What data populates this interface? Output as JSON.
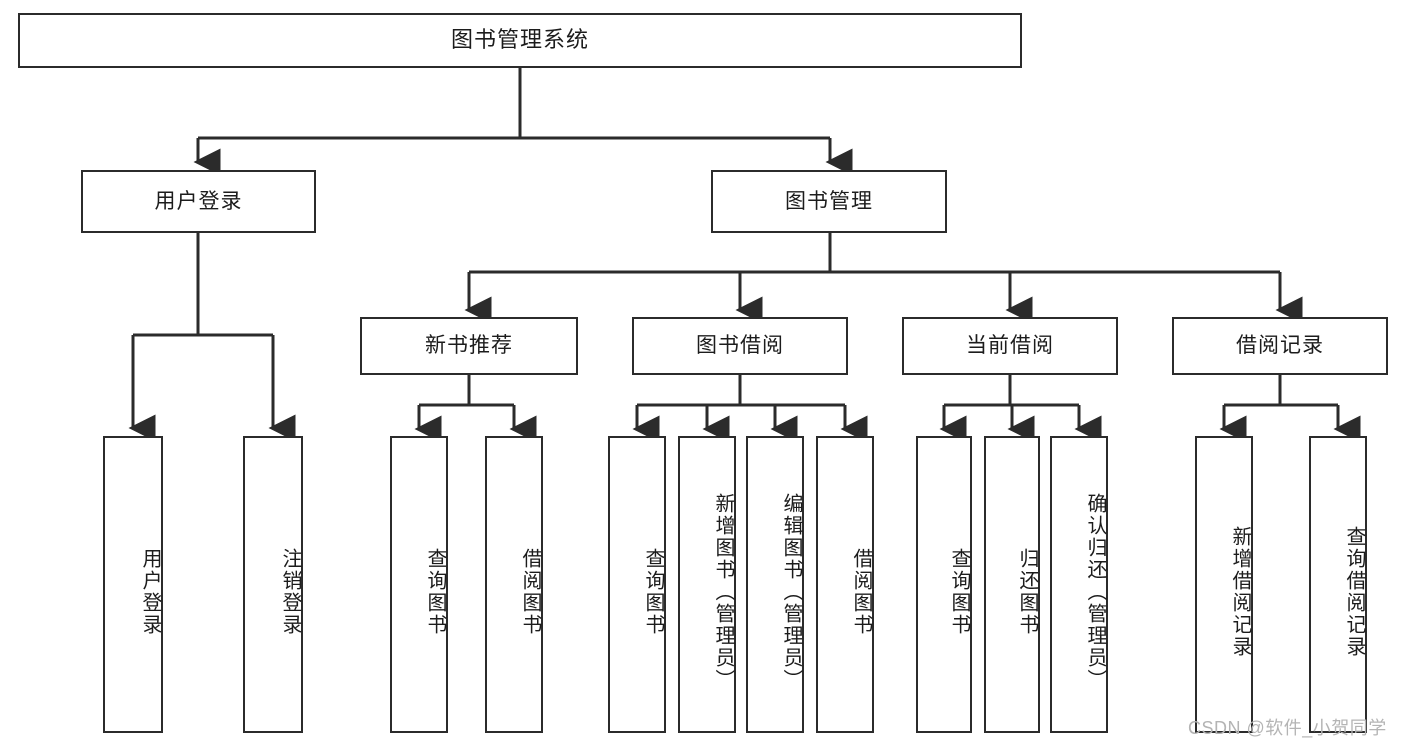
{
  "diagram": {
    "title": "图书管理系统",
    "type": "hierarchy-tree",
    "orientation": "top-down",
    "colors": {
      "box_border": "#2b2b2b",
      "box_fill": "#ffffff",
      "edge": "#2b2b2b",
      "background": "#ffffff",
      "watermark": "#b4b4b4"
    },
    "root": {
      "label": "图书管理系统"
    },
    "level1": [
      {
        "label": "用户登录"
      },
      {
        "label": "图书管理"
      }
    ],
    "level2": [
      {
        "label": "新书推荐"
      },
      {
        "label": "图书借阅"
      },
      {
        "label": "当前借阅"
      },
      {
        "label": "借阅记录"
      }
    ],
    "leaves": {
      "user_login": [
        {
          "label": "用户登录"
        },
        {
          "label": "注销登录"
        }
      ],
      "new_book_recommend": [
        {
          "label": "查询图书"
        },
        {
          "label": "借阅图书"
        }
      ],
      "book_borrow": [
        {
          "label": "查询图书"
        },
        {
          "label": "新增图书（管理员）"
        },
        {
          "label": "编辑图书（管理员）"
        },
        {
          "label": "借阅图书"
        }
      ],
      "current_borrow": [
        {
          "label": "查询图书"
        },
        {
          "label": "归还图书"
        },
        {
          "label": "确认归还（管理员）"
        }
      ],
      "borrow_record": [
        {
          "label": "新增借阅记录"
        },
        {
          "label": "查询借阅记录"
        }
      ]
    }
  },
  "watermark": {
    "text": "CSDN @软件_小贺同学"
  }
}
